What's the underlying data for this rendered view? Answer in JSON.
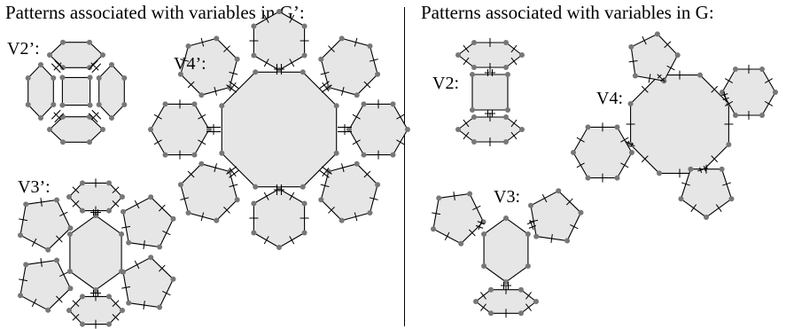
{
  "left_panel": {
    "title": "Patterns associated with variables in G’:",
    "labels": [
      "V2’:",
      "V3’:",
      "V4’:"
    ]
  },
  "right_panel": {
    "title": "Patterns associated with variables in G:",
    "labels": [
      "V2:",
      "V3:",
      "V4:"
    ]
  },
  "colors": {
    "face_fill": "#e6e6e6",
    "vertex_dot": "#777777",
    "stroke": "#000000"
  }
}
